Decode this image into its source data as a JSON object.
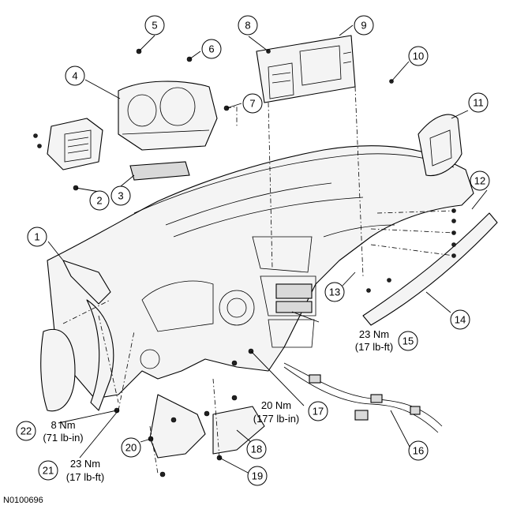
{
  "callouts": [
    "1",
    "2",
    "3",
    "4",
    "5",
    "6",
    "7",
    "8",
    "9",
    "10",
    "11",
    "12",
    "13",
    "14",
    "15",
    "16",
    "17",
    "18",
    "19",
    "20",
    "21",
    "22"
  ],
  "torques": {
    "t15": {
      "nm": "23 Nm",
      "imp": "(17 lb-ft)"
    },
    "t17": {
      "nm": "20 Nm",
      "imp": "(177 lb-in)"
    },
    "t21": {
      "nm": "23 Nm",
      "imp": "(17 lb-ft)"
    },
    "t22": {
      "nm": "8 Nm",
      "imp": "(71 lb-in)"
    }
  },
  "figure_id": "N0100696"
}
